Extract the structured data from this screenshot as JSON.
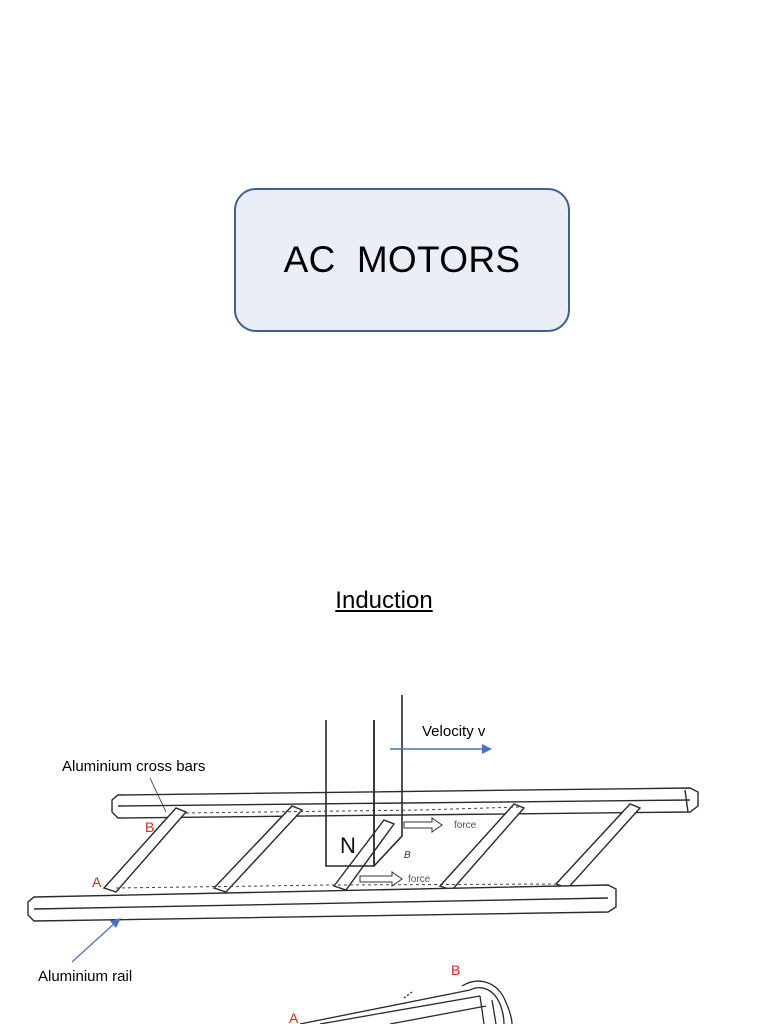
{
  "slide1": {
    "title": "AC  MOTORS"
  },
  "slide2": {
    "heading": "Induction",
    "labels": {
      "velocity": "Velocity  v",
      "cross_bars": "Aluminium cross bars",
      "rail": "Aluminium rail",
      "magnet_pole": "N",
      "force_top": "force",
      "force_bottom": "force",
      "field_b": "B",
      "point_a": "A",
      "point_b": "B",
      "cage_a": "A",
      "cage_b": "B"
    },
    "colors": {
      "arrow": "#4472c4",
      "point_labels": "#d9261c",
      "line": "#2a2a2a"
    }
  }
}
